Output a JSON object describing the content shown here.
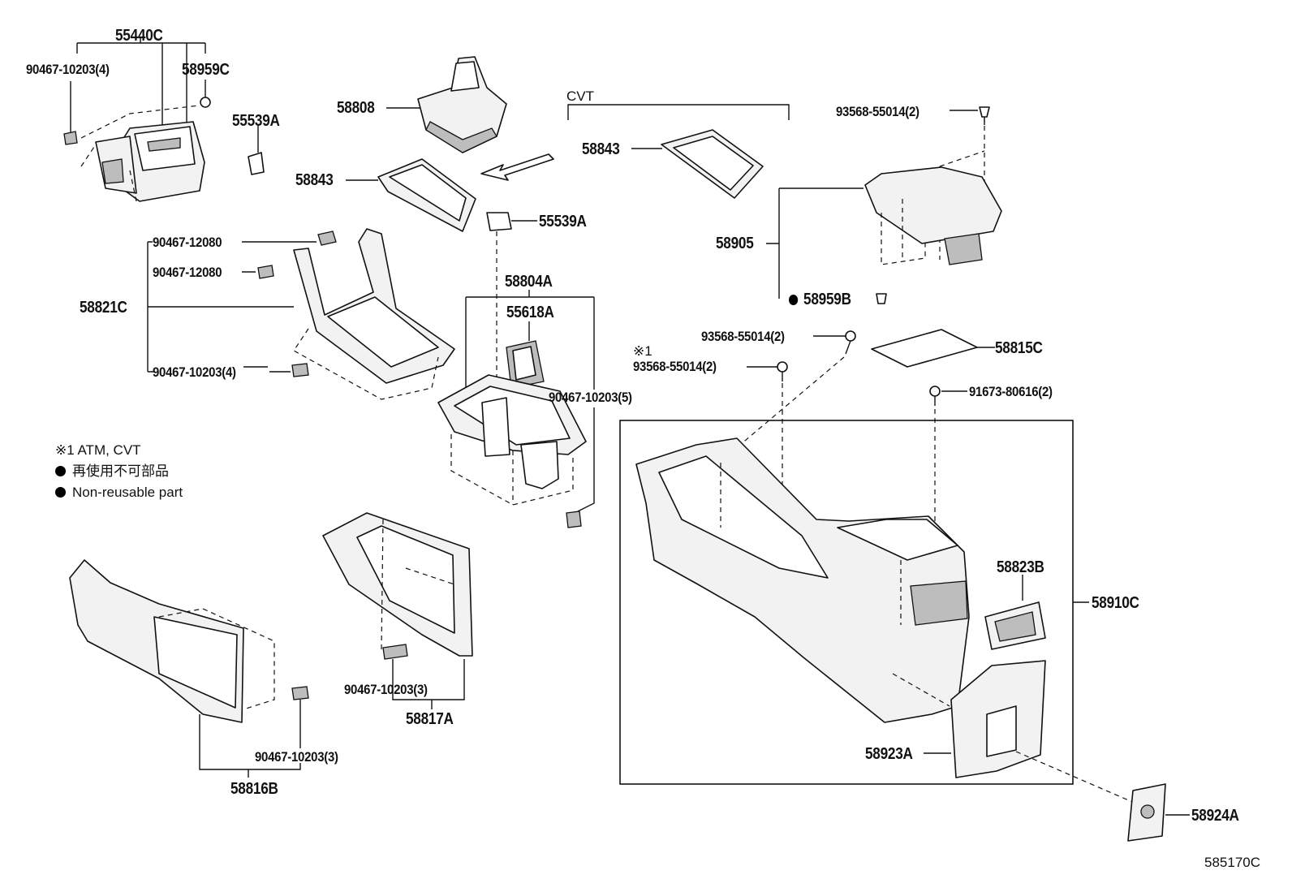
{
  "diagram": {
    "labels": {
      "p55440C": "55440C",
      "p90467_10203_4_top": "90467-10203(4)",
      "p58959C": "58959C",
      "p55539A_top": "55539A",
      "p58808": "58808",
      "cvt": "CVT",
      "p58843_right": "58843",
      "p93568_55014_2_top": "93568-55014(2)",
      "p58843_left": "58843",
      "p55539A_mid": "55539A",
      "p90467_12080_a": "90467-12080",
      "p90467_12080_b": "90467-12080",
      "p58905": "58905",
      "p58821C": "58821C",
      "p58804A": "58804A",
      "p58959B": "58959B",
      "p55618A": "55618A",
      "p93568_55014_2_mid": "93568-55014(2)",
      "p58815C": "58815C",
      "note_mark": "※1",
      "p93568_55014_2_low": "93568-55014(2)",
      "p90467_10203_4_mid": "90467-10203(4)",
      "p91673_80616_2": "91673-80616(2)",
      "p90467_10203_5": "90467-10203(5)",
      "p58823B": "58823B",
      "p58910C": "58910C",
      "p90467_10203_3_a": "90467-10203(3)",
      "p58817A": "58817A",
      "p58923A": "58923A",
      "p90467_10203_3_b": "90467-10203(3)",
      "p58816B": "58816B",
      "p58924A": "58924A",
      "figure_code": "585170C"
    },
    "legend": {
      "note1": "※1 ATM, CVT",
      "non_reusable_jp": "再使用不可部品",
      "non_reusable_en": "Non-reusable part"
    }
  }
}
